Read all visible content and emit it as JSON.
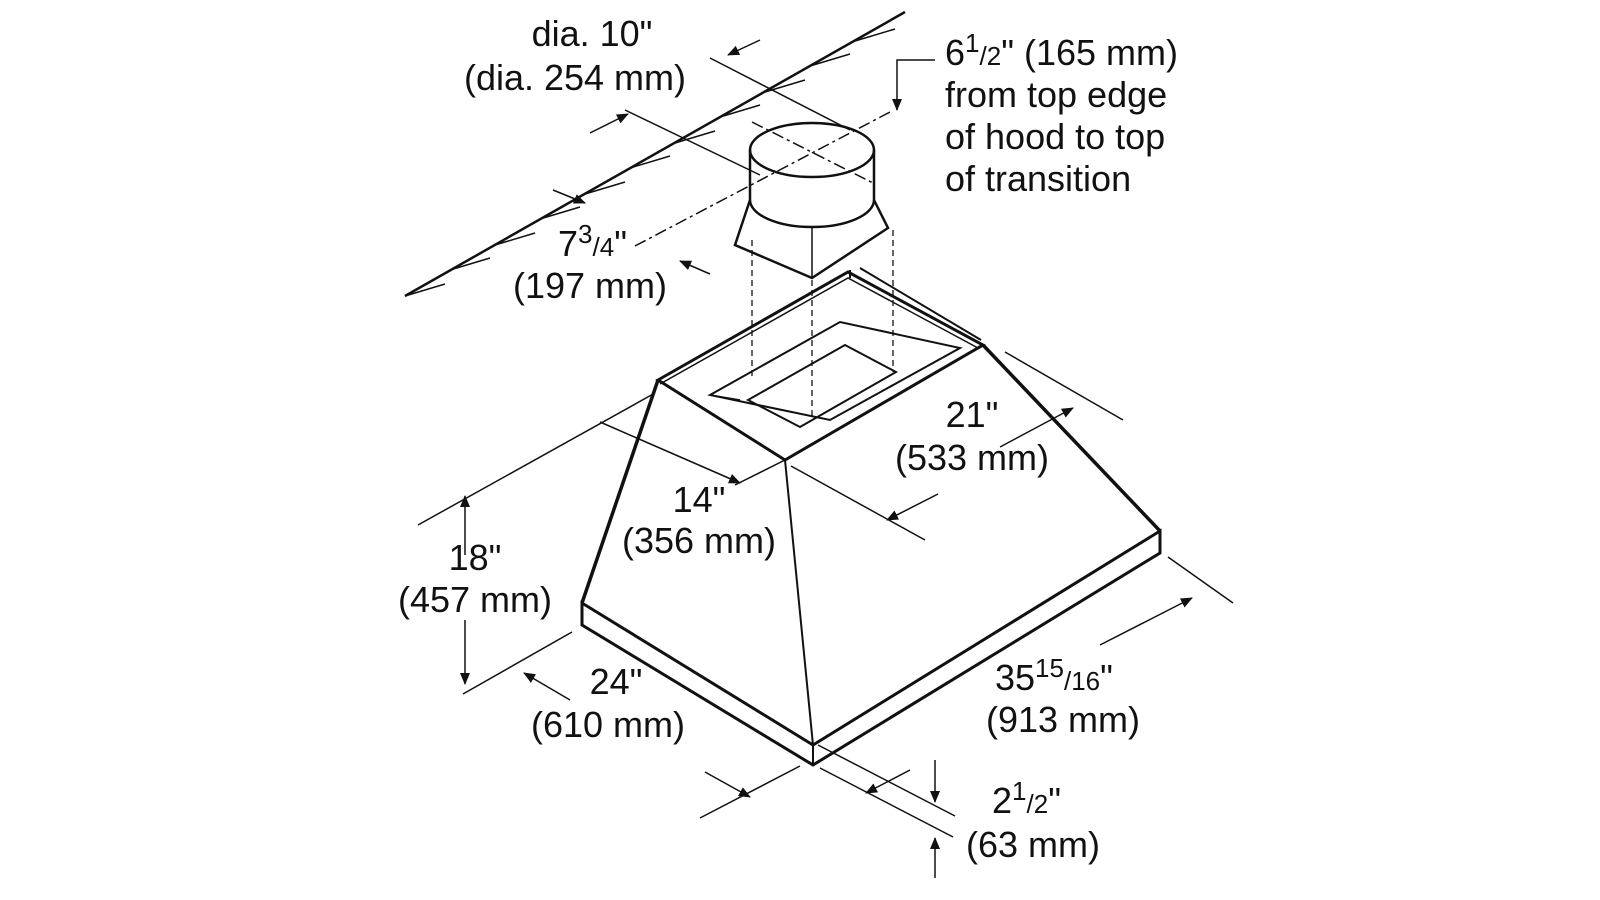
{
  "colors": {
    "ink": "#111111",
    "background": "#ffffff"
  },
  "duct_diameter": {
    "imperial": "dia. 10\"",
    "metric": "(dia. 254 mm)"
  },
  "transition_offset": {
    "whole": "6",
    "num": "1",
    "den": "2",
    "inch_metric": "\" (165 mm)",
    "line2": "from top edge",
    "line3": "of hood to top",
    "line4": "of transition"
  },
  "duct_setback": {
    "whole": "7",
    "num": "3",
    "den": "4",
    "inch": "\"",
    "metric": "(197 mm)"
  },
  "top_width": {
    "imperial": "14\"",
    "metric": "(356 mm)"
  },
  "depth": {
    "imperial": "21\"",
    "metric": "(533 mm)"
  },
  "height": {
    "imperial": "18\"",
    "metric": "(457 mm)"
  },
  "front_depth": {
    "imperial": "24\"",
    "metric": "(610 mm)"
  },
  "width": {
    "whole": "35",
    "num": "15",
    "den": "16",
    "inch": "\"",
    "metric": "(913 mm)"
  },
  "rim_height": {
    "whole": "2",
    "num": "1",
    "den": "2",
    "inch": "\"",
    "metric": "(63 mm)"
  }
}
